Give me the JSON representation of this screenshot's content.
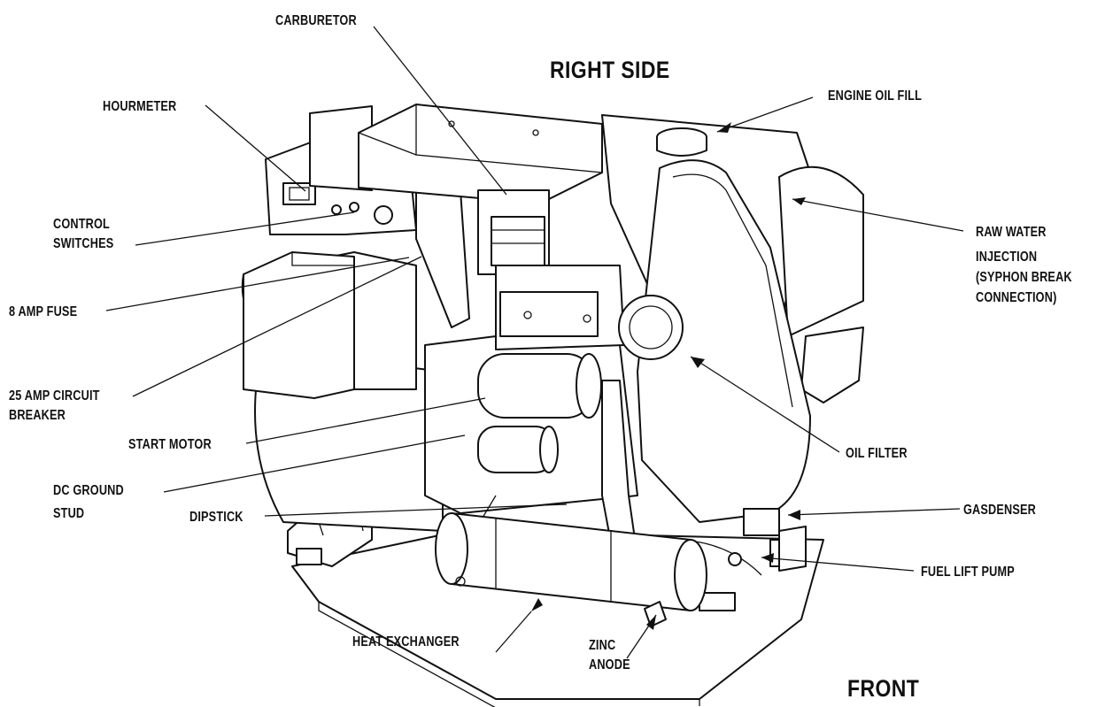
{
  "headings": {
    "right_side": "RIGHT SIDE",
    "front": "FRONT"
  },
  "labels": {
    "carburetor": "CARBURETOR",
    "hourmeter": "HOURMETER",
    "engine_oil_fill": "ENGINE OIL FILL",
    "control_switches_1": "CONTROL",
    "control_switches_2": "SWITCHES",
    "raw_water_1": "RAW WATER",
    "raw_water_2": "INJECTION",
    "raw_water_3": "(SYPHON BREAK",
    "raw_water_4": "CONNECTION)",
    "fuse_8amp": "8 AMP FUSE",
    "breaker_1": "25 AMP CIRCUIT",
    "breaker_2": "BREAKER",
    "start_motor": "START MOTOR",
    "oil_filter": "OIL FILTER",
    "dc_ground_1": "DC GROUND",
    "dc_ground_2": "STUD",
    "dipstick": "DIPSTICK",
    "gasdenser": "GASDENSER",
    "fuel_lift_pump": "FUEL LIFT PUMP",
    "heat_exchanger": "HEAT EXCHANGER",
    "zinc_anode_1": "ZINC",
    "zinc_anode_2": "ANODE"
  }
}
